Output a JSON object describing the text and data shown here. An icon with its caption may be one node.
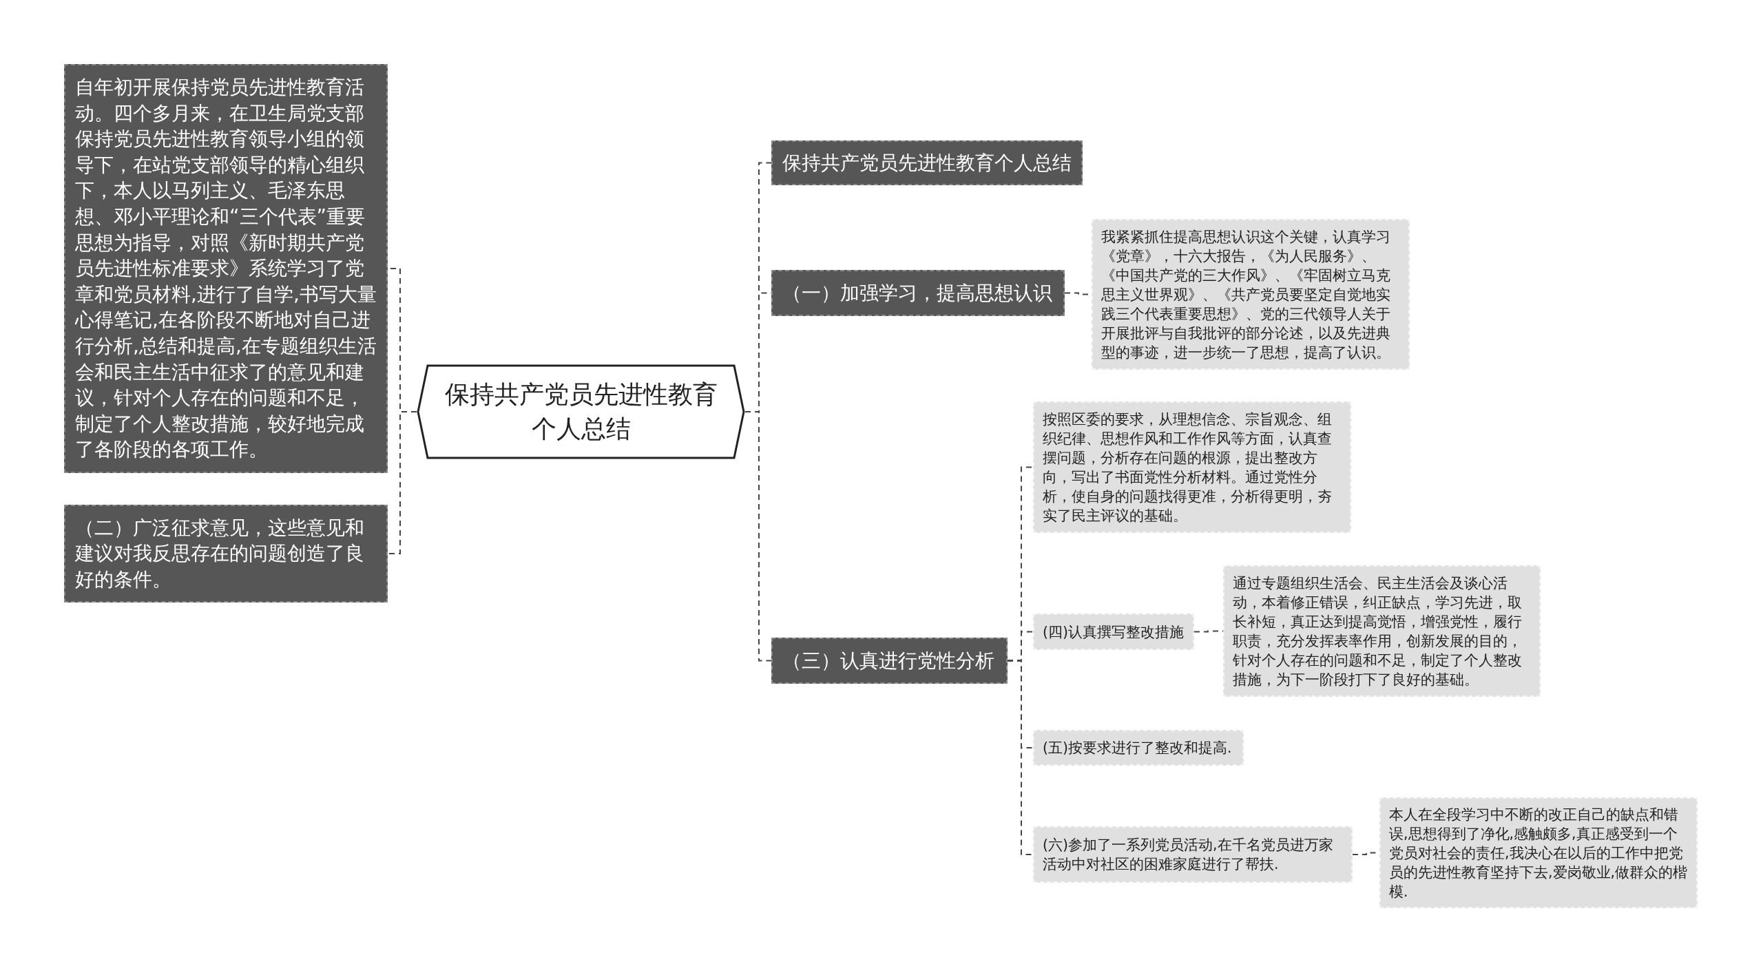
{
  "diagram": {
    "nodes": [
      {
        "text": [
          "保持共产党员先进性教育个人总结"
        ]
      },
      {
        "text": [
          "自年初开展保持党员先进性教育活动。四个多月来，在卫生局党支部保持党员先进性教育领导小组的领导下，在站党支部领导的精心组织下，本人以马列主义、毛泽东思想、邓小平理论和“三个代表”重要思想为指导，对照《新时期共产党员先进性标准要求》系统学习了党章和党员材料,进行了自学,书写大量心得笔记,在各阶段不断地对自己进行分析,总结和提高,在专题组织生活会和民主生活中征求了的意见和建议，针对个人存在的问题和不足，制定了个人整改措施，较好地完成了各阶段的各项工作。"
        ]
      },
      {
        "text": [
          "（二）广泛征求意见，这些意见和建议对我反思存在的问题创造了良好的条件。"
        ]
      },
      {
        "text": [
          "保持共产党员先进性教育个人总结"
        ]
      },
      {
        "text": [
          "（一）加强学习，提高思想认识"
        ]
      },
      {
        "text": [
          "我紧紧抓住提高思想认识这个关键，认真学习《党章》，十六大报告，《为人民服务》、《中国共产党的三大作风》、《牢固树立马克思主义世界观》、《共产党员要坚定自觉地实践三个代表重要思想》、党的三代领导人关于开展批评与自我批评的部分论述，以及先进典型的事迹，进一步统一了思想，提高了认识。"
        ]
      },
      {
        "text": [
          "（三）认真进行党性分析"
        ]
      },
      {
        "text": [
          "按照区委的要求，从理想信念、宗旨观念、组织纪律、思想作风和工作作风等方面，认真查摆问题，分析存在问题的根源，提出整改方向，写出了书面党性分析材料。通过党性分析，使自身的问题找得更准，分析得更明，夯实了民主评议的基础。"
        ]
      },
      {
        "text": [
          "(四)认真撰写整改措施"
        ]
      },
      {
        "text": [
          "通过专题组织生活会、民主生活会及谈心活动，本着修正错误，纠正缺点，学习先进，取长补短，真正达到提高觉悟，增强党性，履行职责，充分发挥表率作用，创新发展的目的，针对个人存在的问题和不足，制定了个人整改措施，为下一阶段打下了良好的基础。"
        ]
      },
      {
        "text": [
          "(五)按要求进行了整改和提高."
        ]
      },
      {
        "text": [
          "(六)参加了一系列党员活动,在千名党员进万家活动中对社区的困难家庭进行了帮扶."
        ]
      },
      {
        "text": [
          "本人在全段学习中不断的改正自己的缺点和错误,思想得到了净化,感触颇多,真正感受到一个党员对社会的责任,我决心在以后的工作中把党员的先进性教育坚持下去,爱岗敬业,做群众的楷模."
        ]
      }
    ],
    "edges": [
      {
        "from": 0,
        "to": 1,
        "arrow": "none"
      },
      {
        "from": 0,
        "to": 2,
        "arrow": "none"
      },
      {
        "from": 0,
        "to": 3,
        "arrow": "none"
      },
      {
        "from": 0,
        "to": 4,
        "arrow": "none"
      },
      {
        "from": 0,
        "to": 6,
        "arrow": "none"
      },
      {
        "from": 4,
        "to": 5,
        "arrow": "none"
      },
      {
        "from": 6,
        "to": 7,
        "arrow": "none"
      },
      {
        "from": 6,
        "to": 8,
        "arrow": "none"
      },
      {
        "from": 6,
        "to": 10,
        "arrow": "none"
      },
      {
        "from": 6,
        "to": 11,
        "arrow": "none"
      },
      {
        "from": 8,
        "to": 9,
        "arrow": "none"
      },
      {
        "from": 11,
        "to": 12,
        "arrow": "none"
      }
    ]
  }
}
